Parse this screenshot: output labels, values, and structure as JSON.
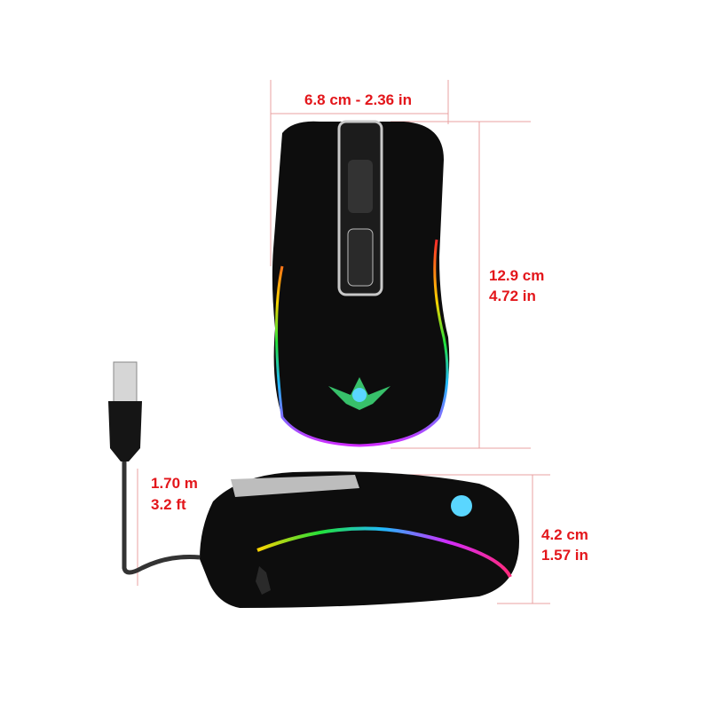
{
  "dimensions": {
    "width_label": "6.8 cm - 2.36 in",
    "length_cm": "12.9 cm",
    "length_in": "4.72 in",
    "cable_m": "1.70 m",
    "cable_ft": "3.2 ft",
    "height_cm": "4.2 cm",
    "height_in": "1.57 in"
  },
  "colors": {
    "annotation": "#e3161b",
    "guide_line": "#e8a0a0",
    "mouse_body": "#0d0d0d"
  }
}
